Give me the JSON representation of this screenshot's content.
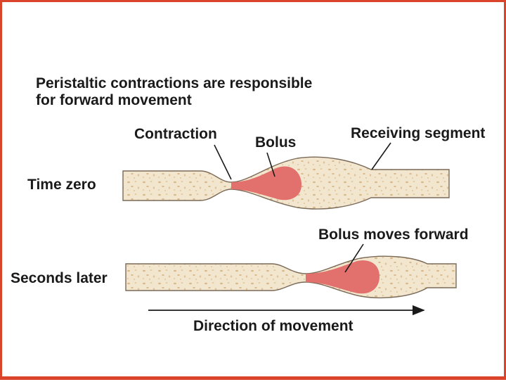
{
  "title": {
    "line1": "Peristaltic contractions are responsible",
    "line2": "for forward movement"
  },
  "labels": {
    "contraction": "Contraction",
    "bolus": "Bolus",
    "receiving_segment": "Receiving segment",
    "time_zero": "Time zero",
    "bolus_moves_forward": "Bolus moves forward",
    "seconds_later": "Seconds later",
    "direction": "Direction of movement"
  },
  "colors": {
    "frame_border": "#d9442b",
    "tube_fill": "#f3e6cf",
    "tube_outline": "#7a6a58",
    "speckle": "#d9b98a",
    "bolus": "#e2706c",
    "arrow": "#1a1a1a"
  }
}
